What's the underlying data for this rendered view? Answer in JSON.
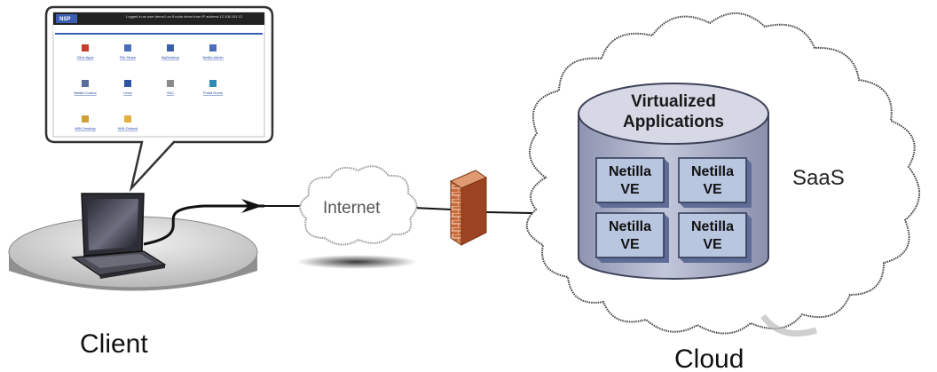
{
  "client_label": "Client",
  "cloud_label": "Cloud",
  "internet_label": "Internet",
  "saas_label": "SaaS",
  "cylinder": {
    "title_line1": "Virtualized",
    "title_line2": "Applications"
  },
  "ve_boxes": [
    {
      "line1": "Netilla",
      "line2": "VE"
    },
    {
      "line1": "Netilla",
      "line2": "VE"
    },
    {
      "line1": "Netilla",
      "line2": "VE"
    },
    {
      "line1": "Netilla",
      "line2": "VE"
    }
  ],
  "screenshot": {
    "brand": "NSP",
    "header_text": "Logged in as user demo1 on 8 node demo from IP address 12.106.101.12",
    "apps": [
      "Citrix Apps",
      "File Share",
      "MyDesktop",
      "Netilla Admin",
      "Netilla Control",
      "Linux",
      "VNC",
      "Portal Home",
      "WIN Desktop",
      "WIN Outlook"
    ]
  },
  "colors": {
    "cylinder_body": "#a9aec7",
    "cylinder_top": "#d6d8e6",
    "ve_box": "#b9c6e0",
    "firewall": "#b3542e",
    "cloud_stroke": "#555555",
    "cable": "#111111"
  }
}
